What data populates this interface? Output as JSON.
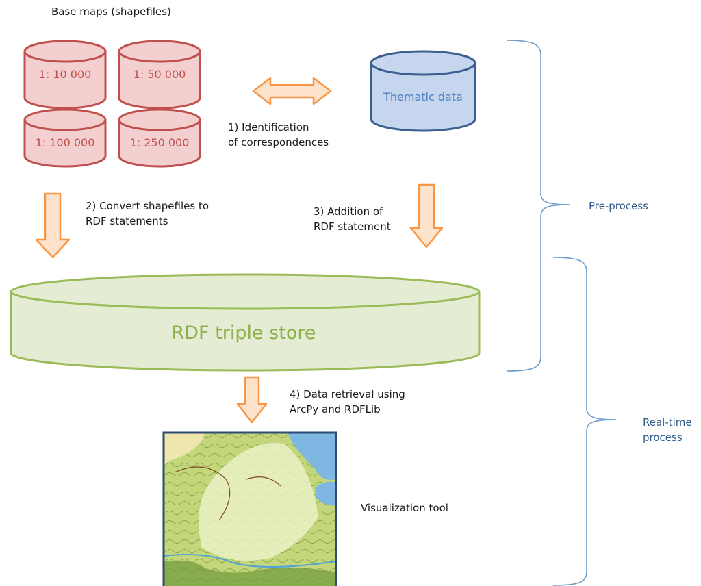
{
  "base_maps": {
    "title": "Base maps (shapefiles)",
    "scales": [
      "1: 10 000",
      "1: 50 000",
      "1: 100 000",
      "1: 250 000"
    ]
  },
  "thematic": {
    "label": "Thematic data"
  },
  "steps": {
    "step1": [
      "1) Identification",
      "of correspondences"
    ],
    "step2": [
      "2) Convert shapefiles to",
      "RDF statements"
    ],
    "step3": [
      "3) Addition of",
      "RDF statement"
    ],
    "step4": [
      "4) Data retrieval using",
      "ArcPy and RDFLib"
    ]
  },
  "triple_store": {
    "label": "RDF triple store"
  },
  "visualization": {
    "label": "Visualization tool"
  },
  "phases": {
    "pre": "Pre-process",
    "realtime": [
      "Real-time",
      "process"
    ]
  },
  "colors": {
    "base_fill": "#f3cfd0",
    "base_stroke": "#c0504d",
    "base_text": "#c0504d",
    "thematic_fill": "#c6d6ee",
    "thematic_stroke": "#3b5f8f",
    "thematic_text": "#4f81bd",
    "store_fill": "#e4edd4",
    "store_stroke": "#9bbb59",
    "store_text": "#8db04c",
    "arrow_fill": "#fde3cb",
    "arrow_stroke": "#f79646",
    "brace": "#6b9bc8"
  }
}
